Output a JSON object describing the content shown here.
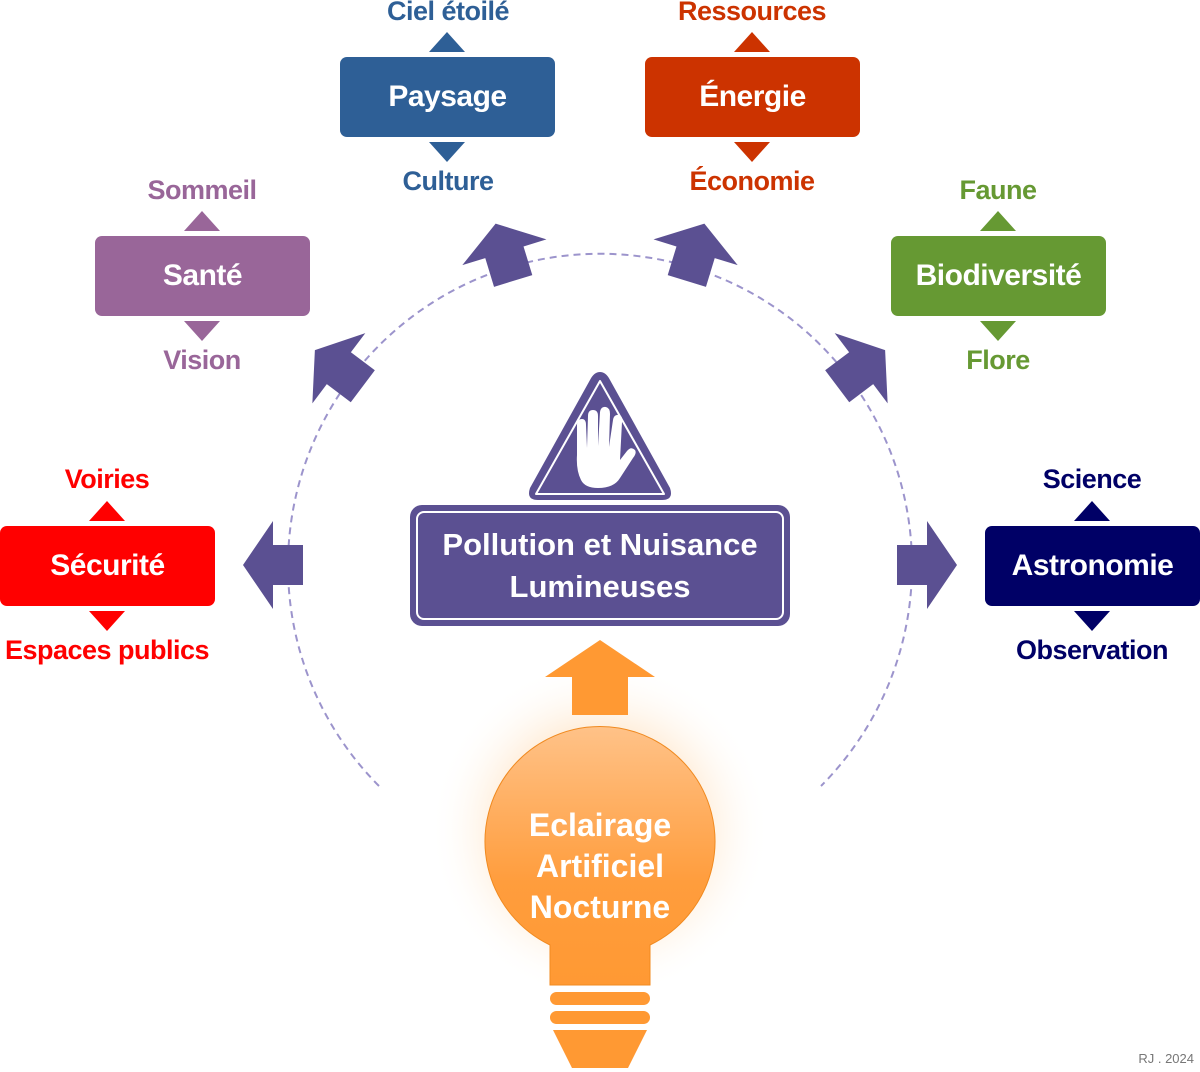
{
  "center": {
    "line1": "Pollution et Nuisance",
    "line2": "Lumineuses",
    "icon": "stop-hand-icon"
  },
  "source": {
    "line1": "Eclairage",
    "line2": "Artificiel",
    "line3": "Nocturne"
  },
  "themes": [
    {
      "title": "Paysage",
      "above": "Ciel étoilé",
      "below": "Culture",
      "color": "#2e5f96"
    },
    {
      "title": "Énergie",
      "above": "Ressources",
      "below": "Économie",
      "color": "#cc3300"
    },
    {
      "title": "Santé",
      "above": "Sommeil",
      "below": "Vision",
      "color": "#996699"
    },
    {
      "title": "Biodiversité",
      "above": "Faune",
      "below": "Flore",
      "color": "#669933"
    },
    {
      "title": "Sécurité",
      "above": "Voiries",
      "below": "Espaces publics",
      "color": "#ff0000"
    },
    {
      "title": "Astronomie",
      "above": "Science",
      "below": "Observation",
      "color": "#000066"
    }
  ],
  "colors": {
    "purple": "#5b5092",
    "orange": "#ff9933",
    "dashed": "#9c94cc"
  },
  "credit": "RJ . 2024"
}
